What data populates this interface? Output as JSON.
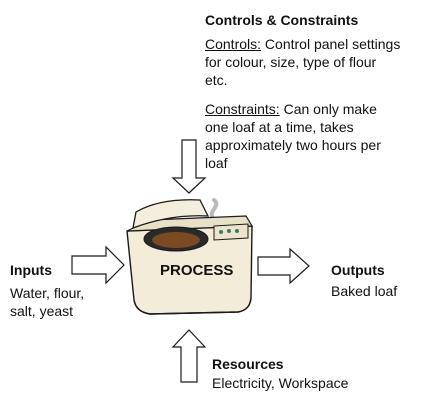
{
  "controls_constraints": {
    "heading": "Controls & Constraints",
    "controls_label": "Controls:",
    "controls_line1": " Control panel settings",
    "controls_line2": "for colour, size, type of flour",
    "controls_line3": "etc.",
    "constraints_label": "Constraints:",
    "constraints_line1": " Can only make",
    "constraints_line2": "one loaf at a time, takes",
    "constraints_line3": "approximately two hours per",
    "constraints_line4": "loaf"
  },
  "inputs": {
    "heading": "Inputs",
    "line1": "Water, flour,",
    "line2": "salt, yeast"
  },
  "process": {
    "label": "PROCESS"
  },
  "outputs": {
    "heading": "Outputs",
    "line1": "Baked loaf"
  },
  "resources": {
    "heading": "Resources",
    "line1": "Electricity, Workspace"
  },
  "colors": {
    "machine_body": "#f2ecd8",
    "machine_outline": "#1a1a1a",
    "bread": "#7a4a22",
    "arrow_fill": "#ffffff"
  }
}
